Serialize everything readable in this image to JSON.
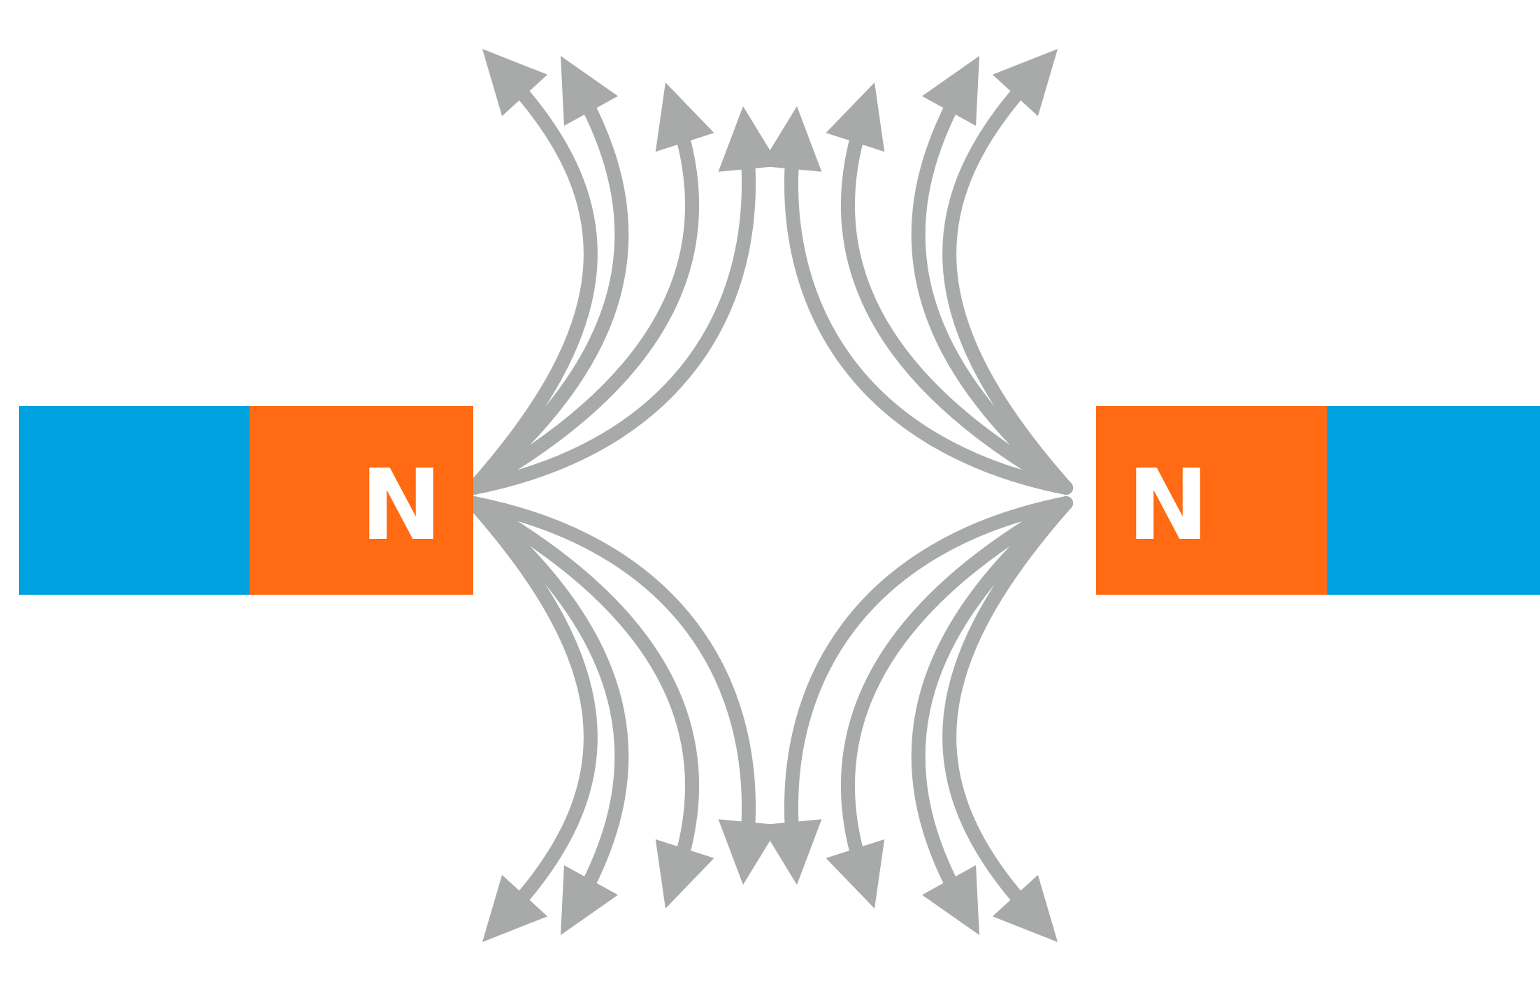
{
  "colors": {
    "background": "#ffffff",
    "south_pole": "#00a3e0",
    "north_pole": "#ff6a13",
    "field_line": "#a7aaa9",
    "pole_label": "#ffffff"
  },
  "magnets": [
    {
      "north_label": "N"
    },
    {
      "north_label": "N"
    }
  ],
  "field_lines": {
    "per_side": 8,
    "direction": "away-from-north-poles",
    "icon": "arrowhead-icon"
  }
}
